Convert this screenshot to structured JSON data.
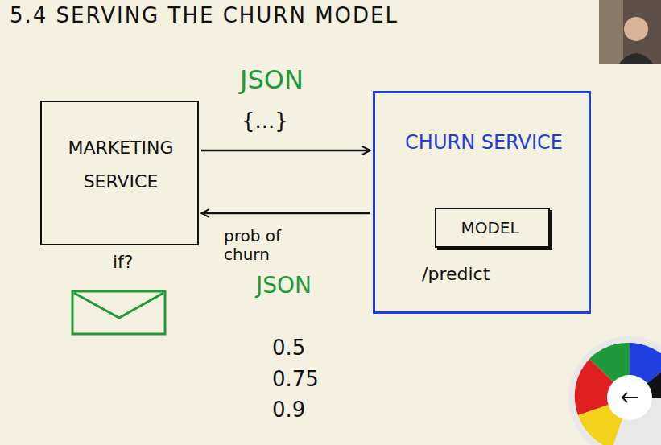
{
  "diagram": {
    "title": "5.4 SERVING THE CHURN MODEL",
    "nodes": [
      {
        "text": [
          "MARKETING SERVICE"
        ]
      },
      {
        "text": [
          "CHURN SERVICE",
          "/predict"
        ]
      },
      {
        "text": [
          "MODEL"
        ],
        "in": 1
      }
    ],
    "edges": [
      {
        "from": 0,
        "to": 1,
        "arrow": "to",
        "label": "{...}"
      },
      {
        "from": 1,
        "to": 0,
        "arrow": "to",
        "label": "prob of churn"
      }
    ],
    "labels": [
      "JSON",
      "JSON",
      "if?",
      "0.5",
      "0.75",
      "0.9"
    ]
  }
}
